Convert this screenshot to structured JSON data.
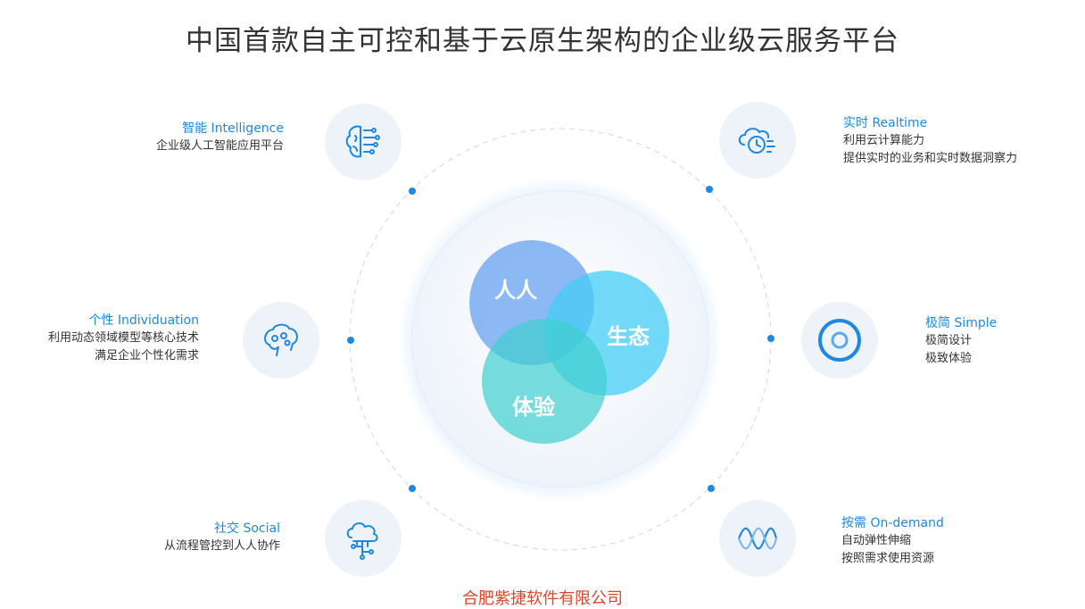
{
  "title": "中国首款自主可控和基于云原生架构的企业级云服务平台",
  "venn": {
    "a": "人人",
    "b": "生态",
    "c": "体验"
  },
  "features": {
    "intelligence": {
      "heading": "智能 Intelligence",
      "lines": [
        "企业级人工智能应用平台"
      ]
    },
    "individuation": {
      "heading": "个性 Individuation",
      "lines": [
        "利用动态领域模型等核心技术",
        "满足企业个性化需求"
      ]
    },
    "social": {
      "heading": "社交 Social",
      "lines": [
        "从流程管控到人人协作"
      ]
    },
    "realtime": {
      "heading": "实时 Realtime",
      "lines": [
        "利用云计算能力",
        "提供实时的业务和实时数据洞察力"
      ]
    },
    "simple": {
      "heading": "极简 Simple",
      "lines": [
        "极简设计",
        "极致体验"
      ]
    },
    "ondemand": {
      "heading": "按需 On-demand",
      "lines": [
        "自动弹性伸缩",
        "按照需求使用资源"
      ]
    }
  },
  "icons": {
    "intelligence": "brain-circuit-icon",
    "individuation": "head-gears-icon",
    "social": "cloud-network-icon",
    "realtime": "cloud-clock-icon",
    "simple": "target-ring-icon",
    "ondemand": "wave-icon"
  },
  "colors": {
    "accent": "#1e88e5",
    "footer": "#e0452b",
    "venn_a": "#7fb0f2",
    "venn_b": "#5ad3f6",
    "venn_c": "#4fd4d2"
  },
  "footer": "合肥紫捷软件有限公司"
}
